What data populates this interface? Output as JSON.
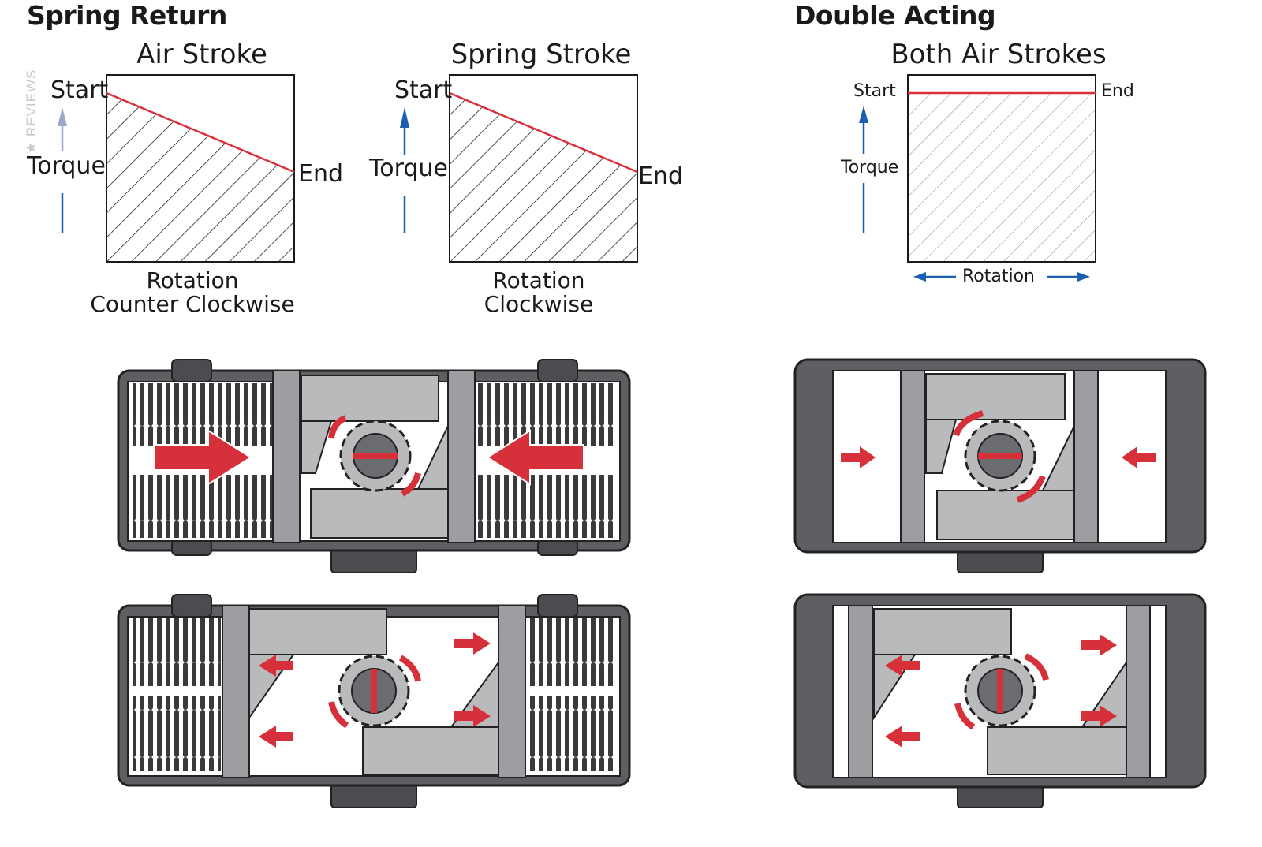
{
  "sections": {
    "spring_return": "Spring Return",
    "double_acting": "Double Acting"
  },
  "watermark": "★ REVIEWS",
  "charts": {
    "air_stroke": {
      "title": "Air Stroke",
      "start": "Start",
      "end": "End",
      "ylabel": "Torque",
      "xlabel_line1": "Rotation",
      "xlabel_line2": "Counter Clockwise"
    },
    "spring_stroke": {
      "title": "Spring Stroke",
      "start": "Start",
      "end": "End",
      "ylabel": "Torque",
      "xlabel_line1": "Rotation",
      "xlabel_line2": "Clockwise"
    },
    "both_air": {
      "title": "Both Air Strokes",
      "start": "Start",
      "end": "End",
      "ylabel": "Torque",
      "xlabel": "Rotation"
    }
  },
  "colors": {
    "torque_line": "#d9313c",
    "arrow_red": "#d6303a",
    "axis_arrow_blue": "#1b5fae",
    "body_dark": "#5d5f62",
    "rack_gray": "#b9babc",
    "spring_dark": "#3a3a3a"
  },
  "icons": [
    "up-arrow-icon",
    "left-right-arrow-icon",
    "red-flow-arrow-icon",
    "rotation-arc-arrow-icon",
    "pinion-gear-icon"
  ]
}
